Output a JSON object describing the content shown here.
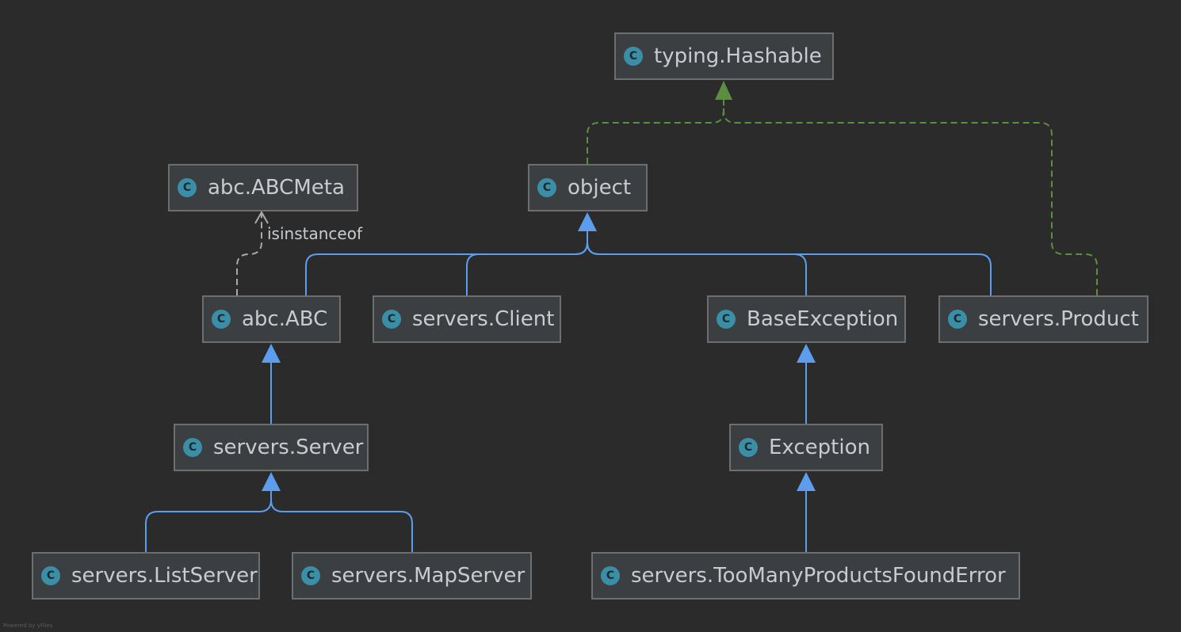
{
  "nodes": {
    "hashable": {
      "label": "typing.Hashable",
      "icon": "class-icon",
      "icon_letter": "C"
    },
    "abcmeta": {
      "label": "abc.ABCMeta",
      "icon": "class-icon",
      "icon_letter": "C"
    },
    "object": {
      "label": "object",
      "icon": "class-icon",
      "icon_letter": "C"
    },
    "abc": {
      "label": "abc.ABC",
      "icon": "class-icon",
      "icon_letter": "C"
    },
    "client": {
      "label": "servers.Client",
      "icon": "class-icon",
      "icon_letter": "C"
    },
    "baseexception": {
      "label": "BaseException",
      "icon": "class-icon",
      "icon_letter": "C"
    },
    "product": {
      "label": "servers.Product",
      "icon": "class-icon",
      "icon_letter": "C"
    },
    "server": {
      "label": "servers.Server",
      "icon": "class-icon",
      "icon_letter": "C"
    },
    "exception": {
      "label": "Exception",
      "icon": "class-icon",
      "icon_letter": "C"
    },
    "listserver": {
      "label": "servers.ListServer",
      "icon": "class-icon",
      "icon_letter": "C"
    },
    "mapserver": {
      "label": "servers.MapServer",
      "icon": "class-icon",
      "icon_letter": "C"
    },
    "toomany": {
      "label": "servers.TooManyProductsFoundError",
      "icon": "class-icon",
      "icon_letter": "C"
    }
  },
  "edge_labels": {
    "isinstanceof": "isinstanceof"
  },
  "footer": "Powered by yFiles",
  "colors": {
    "background": "#2b2b2b",
    "inherit_edge": "#5c9ded",
    "implements_edge": "#5b8f3f",
    "dependency_edge": "#aaaaaa",
    "class_icon": "#3a8fa7"
  }
}
